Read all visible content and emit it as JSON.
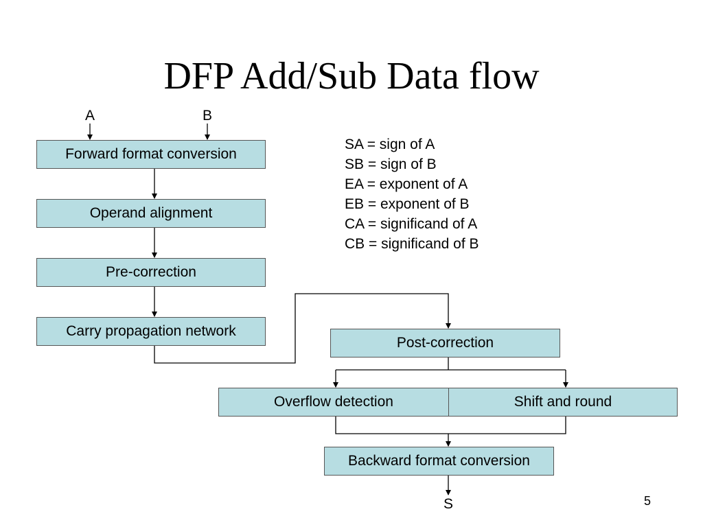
{
  "title": "DFP Add/Sub Data flow",
  "inputs": {
    "a": "A",
    "b": "B"
  },
  "output": "S",
  "blocks": {
    "forward_format_conversion": "Forward format conversion",
    "operand_alignment": "Operand alignment",
    "pre_correction": "Pre-correction",
    "carry_propagation_network": "Carry propagation network",
    "post_correction": "Post-correction",
    "overflow_detection": "Overflow detection",
    "shift_and_round": "Shift and round",
    "backward_format_conversion": "Backward format conversion"
  },
  "legend": [
    "SA = sign of A",
    "SB = sign of B",
    "EA = exponent of A",
    "EB = exponent of B",
    "CA = significand of A",
    "CB = significand of B"
  ],
  "page_number": "5",
  "colors": {
    "block_fill": "#b7dde2",
    "block_border": "#555555",
    "line": "#000000"
  }
}
